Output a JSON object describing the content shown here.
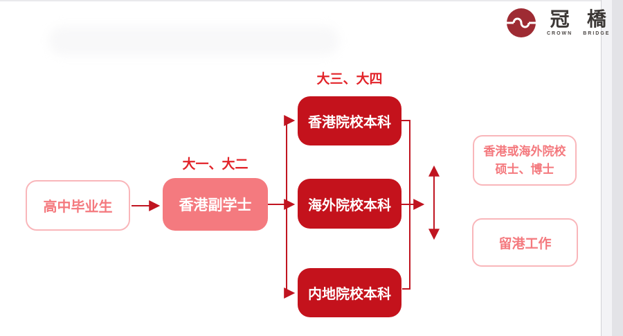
{
  "logo": {
    "icon": "swirl-circle-icon",
    "icon_color": "#9e2b33",
    "char1": "冠",
    "sub1": "CROWN",
    "char2": "橋",
    "sub2": "BRIDGE"
  },
  "flowchart": {
    "stage_labels": {
      "associate_years": "大一、大二",
      "bachelor_years": "大三、大四"
    },
    "nodes": {
      "start": {
        "label": "高中毕业生"
      },
      "associate": {
        "label": "香港副学士"
      },
      "hk_bachelor": {
        "label": "香港院校本科"
      },
      "overseas_bachelor": {
        "label": "海外院校本科"
      },
      "mainland_bachelor": {
        "label": "内地院校本科"
      },
      "postgrad": {
        "line1": "香港或海外院校",
        "line2": "硕士、博士"
      },
      "stay_work": {
        "label": "留港工作"
      }
    },
    "colors": {
      "deep_red_fill": "#c4121c",
      "pink_fill": "#f47a7f",
      "outline_border": "#f9b6ba",
      "outline_text": "#f4797e",
      "stage_label_red": "#e2242a",
      "connector_red": "#c01420"
    }
  }
}
